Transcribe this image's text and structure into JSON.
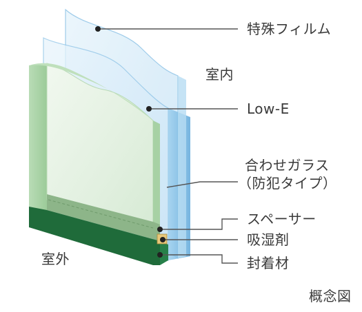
{
  "labels": {
    "special_film": "特殊フィルム",
    "indoor": "室内",
    "low_e": "Low-E",
    "laminated_glass_line1": "合わせガラス",
    "laminated_glass_line2": "（防犯タイプ）",
    "spacer": "スペーサー",
    "desiccant": "吸湿剤",
    "sealant": "封着材",
    "outdoor": "室外",
    "diagram_note": "概念図"
  },
  "colors": {
    "outer_glass": "#cfe6cf",
    "outer_edge": "#a9d3a9",
    "front_face": "#d9edd9",
    "inner_glass": "#d6ecf8",
    "inner_edge": "#7cb8e0",
    "spacer": "#8db589",
    "sealant": "#1f6b3a",
    "desiccant_dot": "#e8c77a",
    "leader": "#555555",
    "text": "#3a3a3a"
  }
}
